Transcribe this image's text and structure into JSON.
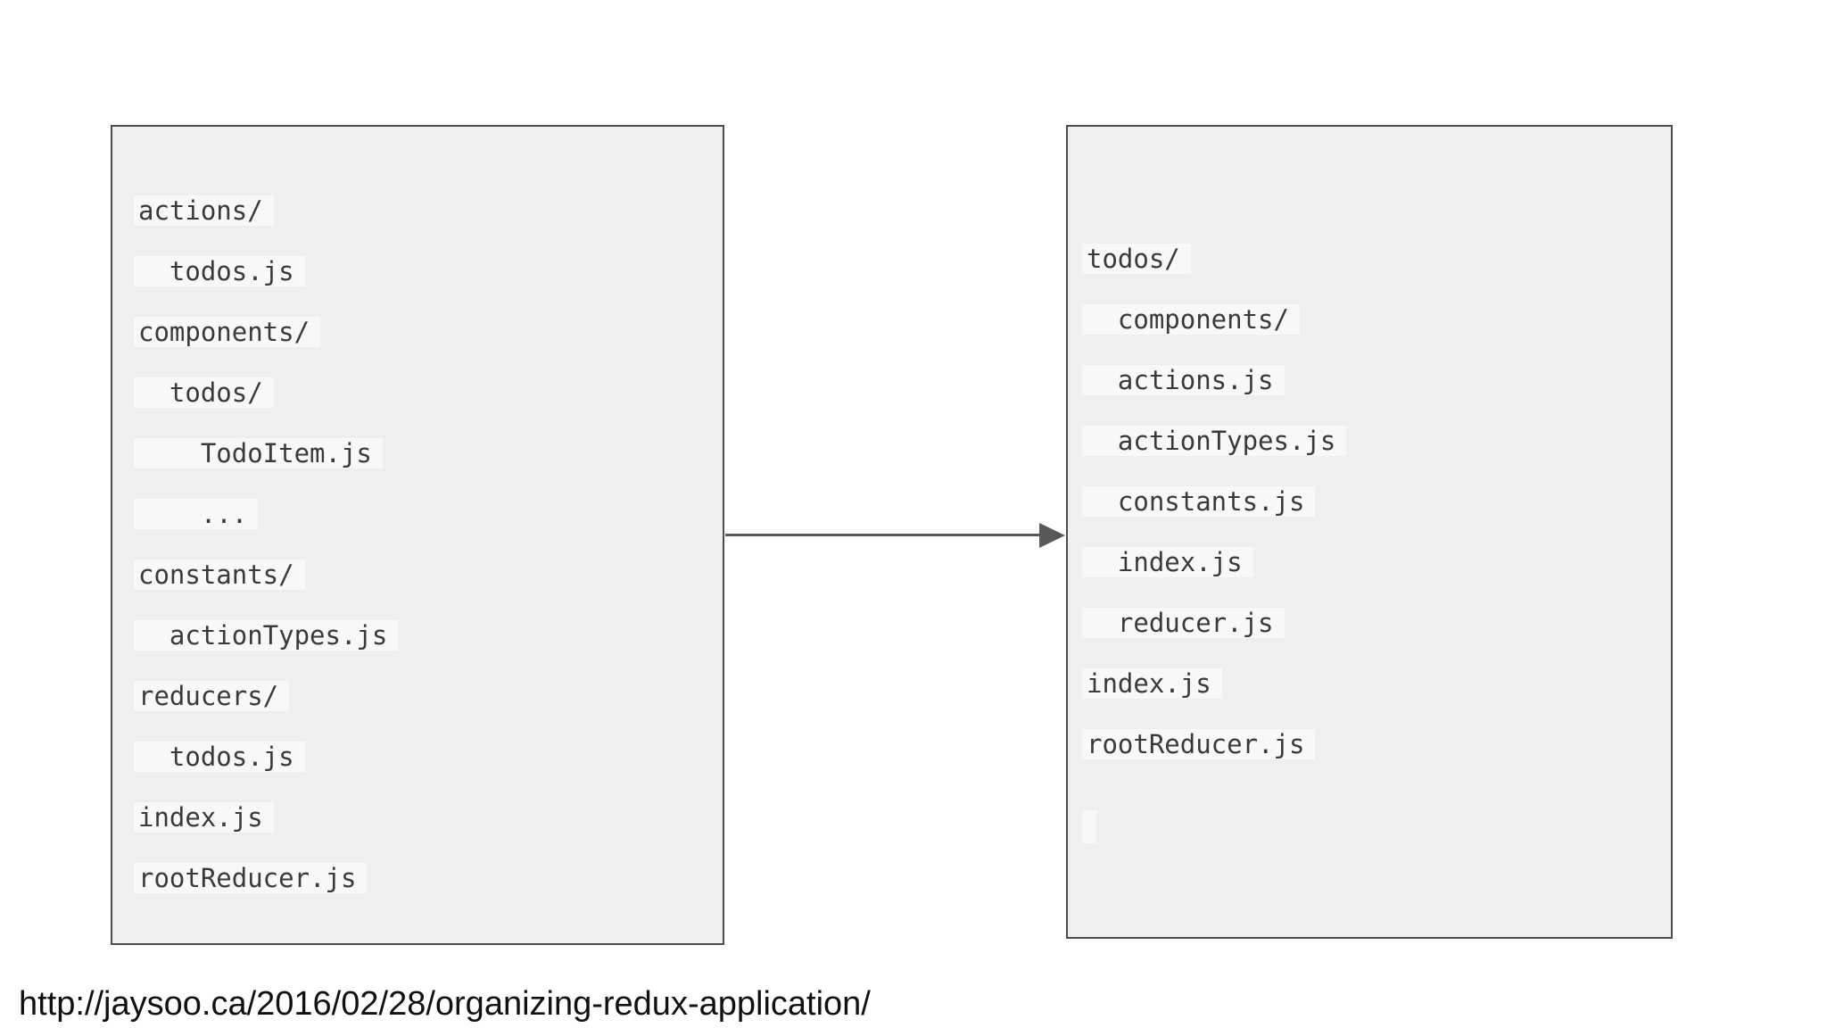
{
  "page": {
    "source_url": "http://jaysoo.ca/2016/02/28/organizing-redux-application/"
  },
  "colors": {
    "page_background": "#ffffff",
    "panel_fill": "#efefef",
    "panel_border": "#4e4e4e",
    "line_highlight": "#f8f8f8",
    "text": "#3a3a3a",
    "arrow": "#58585a",
    "url_text": "#111111"
  },
  "left_panel": {
    "lines": [
      {
        "text": "actions/",
        "indent": 0
      },
      {
        "text": "todos.js",
        "indent": 1
      },
      {
        "text": "components/",
        "indent": 0
      },
      {
        "text": "todos/",
        "indent": 1
      },
      {
        "text": "TodoItem.js",
        "indent": 2
      },
      {
        "text": "...",
        "indent": 2
      },
      {
        "text": "constants/",
        "indent": 0
      },
      {
        "text": "actionTypes.js",
        "indent": 1
      },
      {
        "text": "reducers/",
        "indent": 0
      },
      {
        "text": "todos.js",
        "indent": 1
      },
      {
        "text": "index.js",
        "indent": 0
      },
      {
        "text": "rootReducer.js",
        "indent": 0
      }
    ]
  },
  "right_panel": {
    "lines": [
      {
        "text": "todos/",
        "indent": 0
      },
      {
        "text": "components/",
        "indent": 1
      },
      {
        "text": "actions.js",
        "indent": 1
      },
      {
        "text": "actionTypes.js",
        "indent": 1
      },
      {
        "text": "constants.js",
        "indent": 1
      },
      {
        "text": "index.js",
        "indent": 1
      },
      {
        "text": "reducer.js",
        "indent": 1
      },
      {
        "text": "index.js",
        "indent": 0
      },
      {
        "text": "rootReducer.js",
        "indent": 0
      },
      {
        "text": "",
        "indent": 0,
        "cursor": true
      }
    ]
  },
  "arrow": {
    "direction": "right"
  }
}
